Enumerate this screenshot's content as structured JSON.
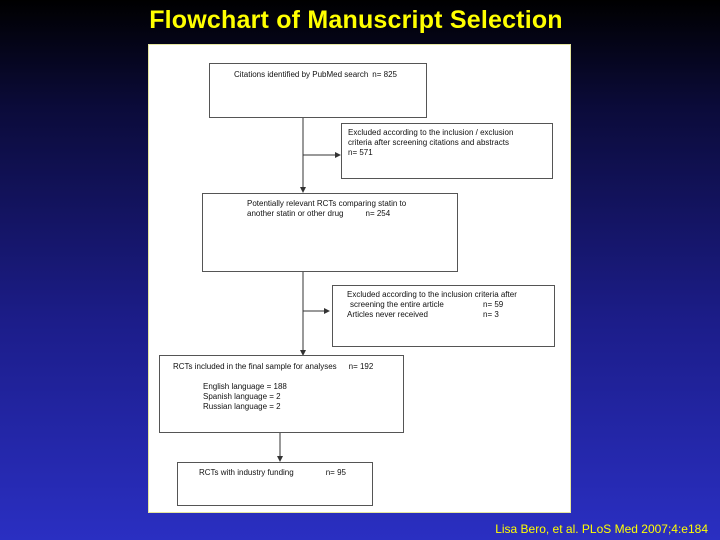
{
  "slide": {
    "title": "Flowchart of Manuscript Selection",
    "citation": "Lisa Bero, et al. PLoS Med 2007;4:e184"
  },
  "flowchart": {
    "box1": {
      "label": "Citations identified by PubMed search",
      "n": "n= 825"
    },
    "box2": {
      "line1": "Excluded according to the inclusion / exclusion",
      "line2": "criteria after screening citations and abstracts",
      "line3": "n= 571"
    },
    "box3": {
      "line1": "Potentially relevant RCTs comparing statin to",
      "line2": "another statin or other drug",
      "n": "n= 254"
    },
    "box4": {
      "line1": "Excluded according to the inclusion criteria after",
      "line2_label": "screening the entire article",
      "line2_n": "n= 59",
      "line3_label": "Articles never received",
      "line3_n": "n= 3"
    },
    "box5": {
      "label": "RCTs included in the final sample for analyses",
      "n": "n= 192",
      "lang1": "English language = 188",
      "lang2": "Spanish language = 2",
      "lang3": "Russian language = 2"
    },
    "box6": {
      "label": "RCTs with industry funding",
      "n": "n= 95"
    }
  }
}
